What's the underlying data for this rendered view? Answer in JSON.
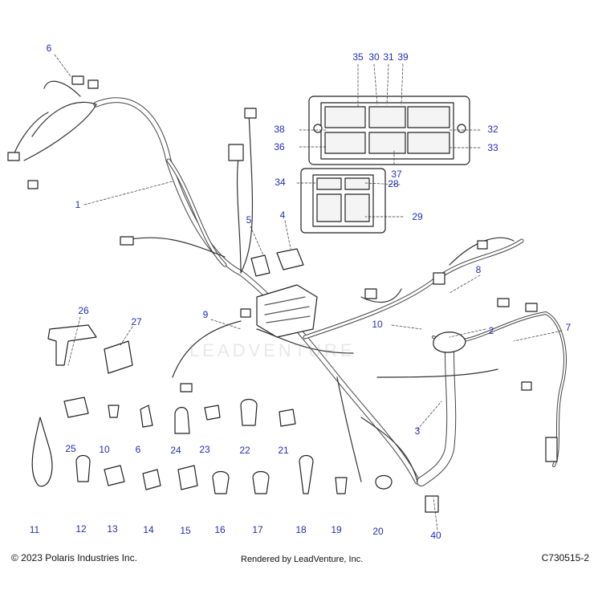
{
  "diagram": {
    "callouts": [
      {
        "id": "1",
        "label": "1"
      },
      {
        "id": "2",
        "label": "2"
      },
      {
        "id": "3",
        "label": "3"
      },
      {
        "id": "4",
        "label": "4"
      },
      {
        "id": "5",
        "label": "5"
      },
      {
        "id": "6a",
        "label": "6"
      },
      {
        "id": "6b",
        "label": "6"
      },
      {
        "id": "7",
        "label": "7"
      },
      {
        "id": "8",
        "label": "8"
      },
      {
        "id": "9",
        "label": "9"
      },
      {
        "id": "10a",
        "label": "10"
      },
      {
        "id": "10b",
        "label": "10"
      },
      {
        "id": "11",
        "label": "11"
      },
      {
        "id": "12",
        "label": "12"
      },
      {
        "id": "13",
        "label": "13"
      },
      {
        "id": "14",
        "label": "14"
      },
      {
        "id": "15",
        "label": "15"
      },
      {
        "id": "16",
        "label": "16"
      },
      {
        "id": "17",
        "label": "17"
      },
      {
        "id": "18",
        "label": "18"
      },
      {
        "id": "19",
        "label": "19"
      },
      {
        "id": "20",
        "label": "20"
      },
      {
        "id": "21",
        "label": "21"
      },
      {
        "id": "22",
        "label": "22"
      },
      {
        "id": "23",
        "label": "23"
      },
      {
        "id": "24",
        "label": "24"
      },
      {
        "id": "25",
        "label": "25"
      },
      {
        "id": "26",
        "label": "26"
      },
      {
        "id": "27",
        "label": "27"
      },
      {
        "id": "28",
        "label": "28"
      },
      {
        "id": "29",
        "label": "29"
      },
      {
        "id": "30",
        "label": "30"
      },
      {
        "id": "31",
        "label": "31"
      },
      {
        "id": "32",
        "label": "32"
      },
      {
        "id": "33",
        "label": "33"
      },
      {
        "id": "34",
        "label": "34"
      },
      {
        "id": "35",
        "label": "35"
      },
      {
        "id": "36",
        "label": "36"
      },
      {
        "id": "37",
        "label": "37"
      },
      {
        "id": "38",
        "label": "38"
      },
      {
        "id": "39",
        "label": "39"
      },
      {
        "id": "40",
        "label": "40"
      }
    ],
    "watermark": "LEADVENTURE",
    "callout_color": "#1f2fb8"
  },
  "footer": {
    "copyright": "© 2023 Polaris Industries Inc.",
    "rendered_by": "Rendered by LeadVenture, Inc.",
    "diagram_id": "C730515-2"
  }
}
